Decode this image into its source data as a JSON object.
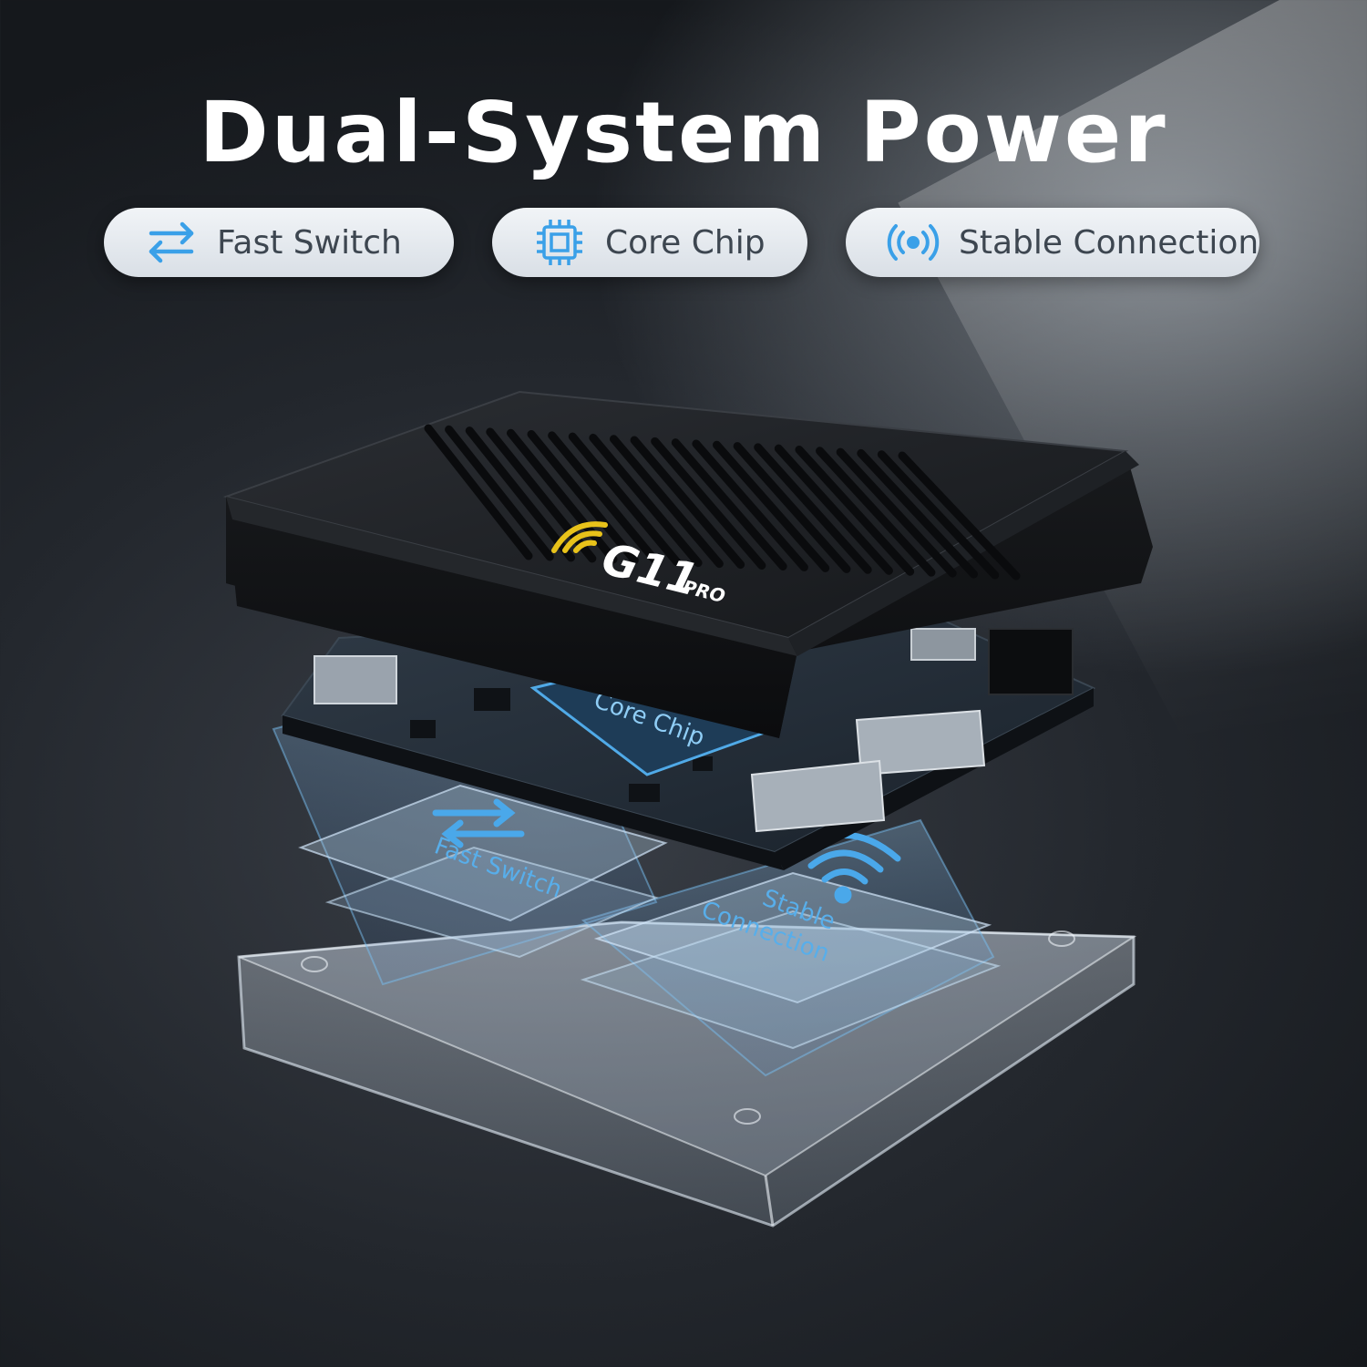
{
  "headline": "Dual-System Power",
  "badges": [
    {
      "label": "Fast Switch",
      "icon": "arrows-switch-icon"
    },
    {
      "label": "Core Chip",
      "icon": "chip-icon"
    },
    {
      "label": "Stable Connection",
      "icon": "signal-icon"
    }
  ],
  "device": {
    "brand_main": "G11",
    "brand_sub": "PRO",
    "layer_labels": {
      "core_chip": "Core Chip",
      "fast_switch": "Fast Switch",
      "stable_line1": "Stable",
      "stable_line2": "Connection"
    }
  },
  "colors": {
    "accent_blue": "#3aa0e8",
    "logo_yellow": "#e8c21a",
    "pill_text": "#3d4650"
  }
}
